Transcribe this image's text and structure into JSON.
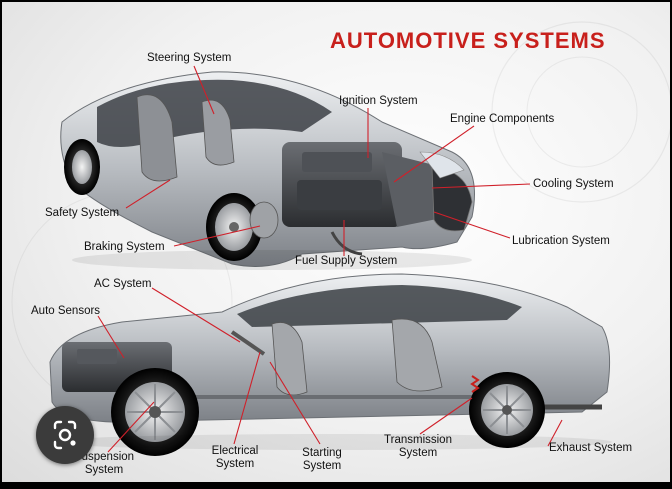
{
  "title": "AUTOMOTIVE SYSTEMS",
  "labels": {
    "steering": "Steering System",
    "ignition": "Ignition System",
    "engine": "Engine Components",
    "cooling": "Cooling System",
    "safety": "Safety System",
    "braking": "Braking System",
    "lubrication": "Lubrication System",
    "fuel": "Fuel Supply System",
    "ac": "AC System",
    "sensors": "Auto Sensors",
    "suspension_1": "Suspension",
    "suspension_2": "System",
    "electrical_1": "Electrical",
    "electrical_2": "System",
    "starting_1": "Starting",
    "starting_2": "System",
    "transmission_1": "Transmission",
    "transmission_2": "System",
    "exhaust": "Exhaust System"
  },
  "colors": {
    "title": "#c8201c",
    "leader": "#d0202a",
    "body": "#b9bcc0"
  },
  "icons": {
    "lens": "google-lens-icon"
  }
}
